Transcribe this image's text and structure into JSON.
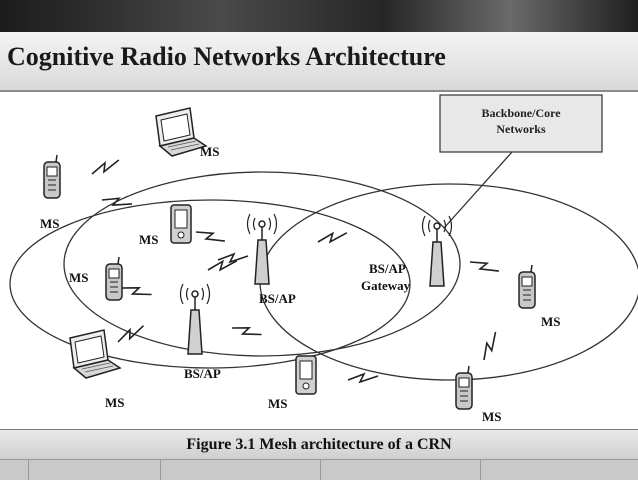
{
  "slide": {
    "title": "Cognitive Radio Networks Architecture",
    "caption": "Figure 3.1 Mesh architecture of a CRN"
  },
  "diagram": {
    "backbone_label_line1": "Backbone/Core",
    "backbone_label_line2": "Networks",
    "bs_ap_label": "BS/AP",
    "gateway_label_line1": "BS/AP",
    "gateway_label_line2": "Gateway",
    "ms_label": "MS"
  },
  "icons": [
    "laptop-icon",
    "mobile-phone-icon",
    "pda-icon",
    "antenna-tower-icon",
    "wireless-link-icon"
  ]
}
